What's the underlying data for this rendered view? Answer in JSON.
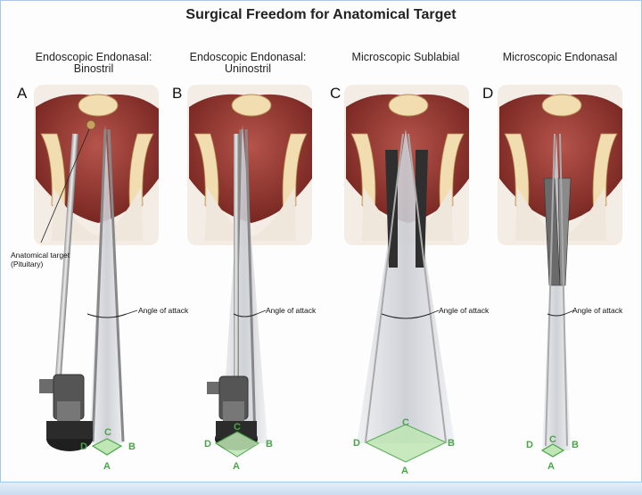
{
  "title": "Surgical Freedom for Anatomical Target",
  "panels": [
    {
      "letter": "A",
      "label_line1": "Endoscopic Endonasal:",
      "label_line2": "Binostril",
      "angle_label": "Angle of attack"
    },
    {
      "letter": "B",
      "label_line1": "Endoscopic Endonasal:",
      "label_line2": "Uninostril",
      "angle_label": "Angle of attack"
    },
    {
      "letter": "C",
      "label_line1": "Microscopic Sublabial",
      "label_line2": "",
      "angle_label": "Angle of attack"
    },
    {
      "letter": "D",
      "label_line1": "Microscopic Endonasal",
      "label_line2": "",
      "angle_label": "Angle of attack"
    }
  ],
  "annotation": {
    "line1": "Anatomical target",
    "line2": "(Pituitary)"
  },
  "diamond_letters": {
    "a": "A",
    "b": "B",
    "c": "C",
    "d": "D"
  },
  "colors": {
    "tissue": "#8e2f2a",
    "bone": "#f2ddb0",
    "diamond": "#4aa54a",
    "instrument": "#7d7d7d",
    "cone": "#d9dbe0"
  }
}
